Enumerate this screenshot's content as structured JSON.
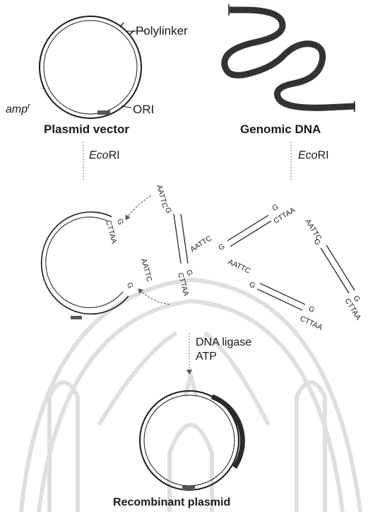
{
  "step1": {
    "polylinker_label": "Polylinker",
    "amp_label": "amp",
    "amp_superscript": "r",
    "ori_label": "ORI",
    "plasmid_caption": "Plasmid vector",
    "genomic_caption": "Genomic DNA"
  },
  "step2": {
    "enzyme_italic": "Eco",
    "enzyme_roman": "RI"
  },
  "step3": {
    "sticky_end_top": "AATTC",
    "sticky_end_bottom": "CTTAA",
    "base_g": "G"
  },
  "step4": {
    "ligase_line1": "DNA ligase",
    "ligase_line2": "ATP",
    "recombinant_caption": "Recombinant plasmid"
  },
  "colors": {
    "ink": "#1a1a1a",
    "genomic_dna": "#333333",
    "insert_band": "#2a2a2a",
    "watermark": "#dcdcdc"
  }
}
